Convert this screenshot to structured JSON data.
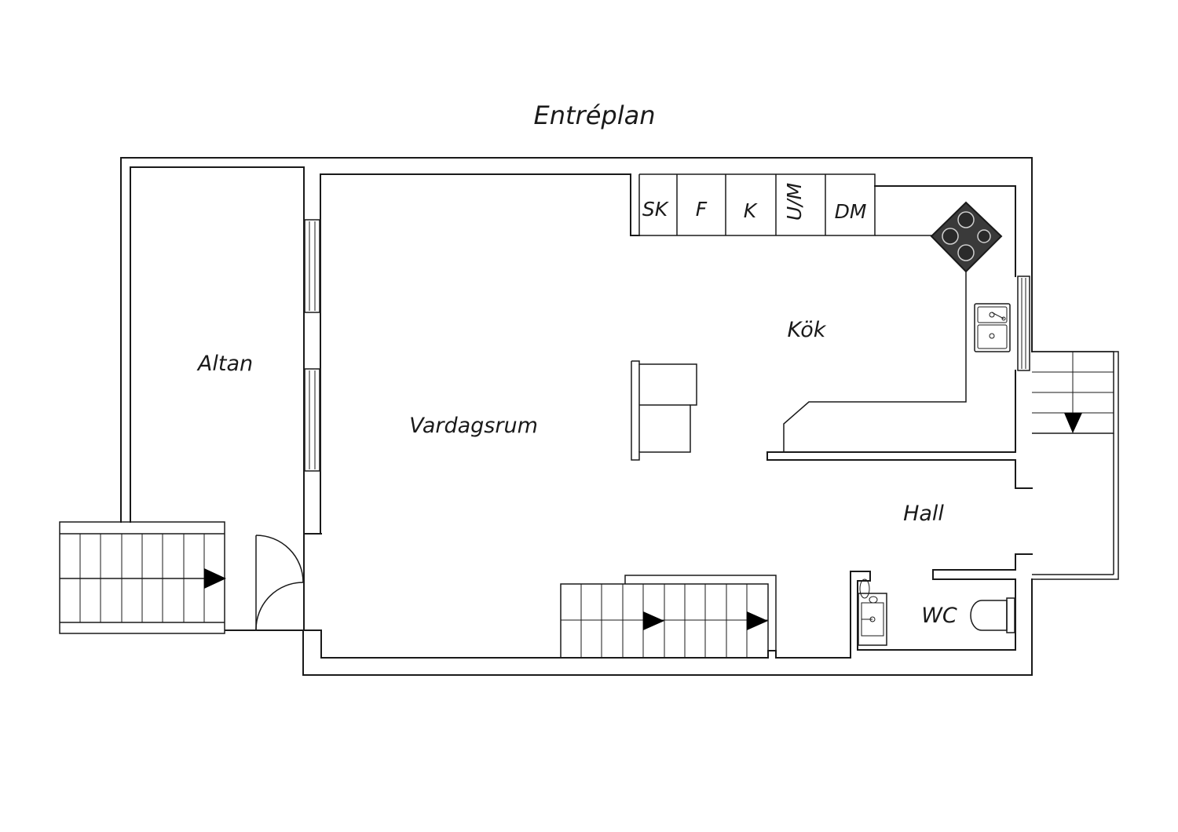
{
  "title": "Entréplan",
  "rooms": {
    "altan": "Altan",
    "vardagsrum": "Vardagsrum",
    "kok": "Kök",
    "hall": "Hall",
    "wc": "WC"
  },
  "appliances": {
    "sk": "SK",
    "f": "F",
    "k": "K",
    "um": "U/M",
    "dm": "DM"
  },
  "icons": [
    "stove-icon",
    "sink-icon",
    "toilet-icon",
    "washbasin-icon",
    "stairs-arrow-icon",
    "door-swing-icon"
  ]
}
